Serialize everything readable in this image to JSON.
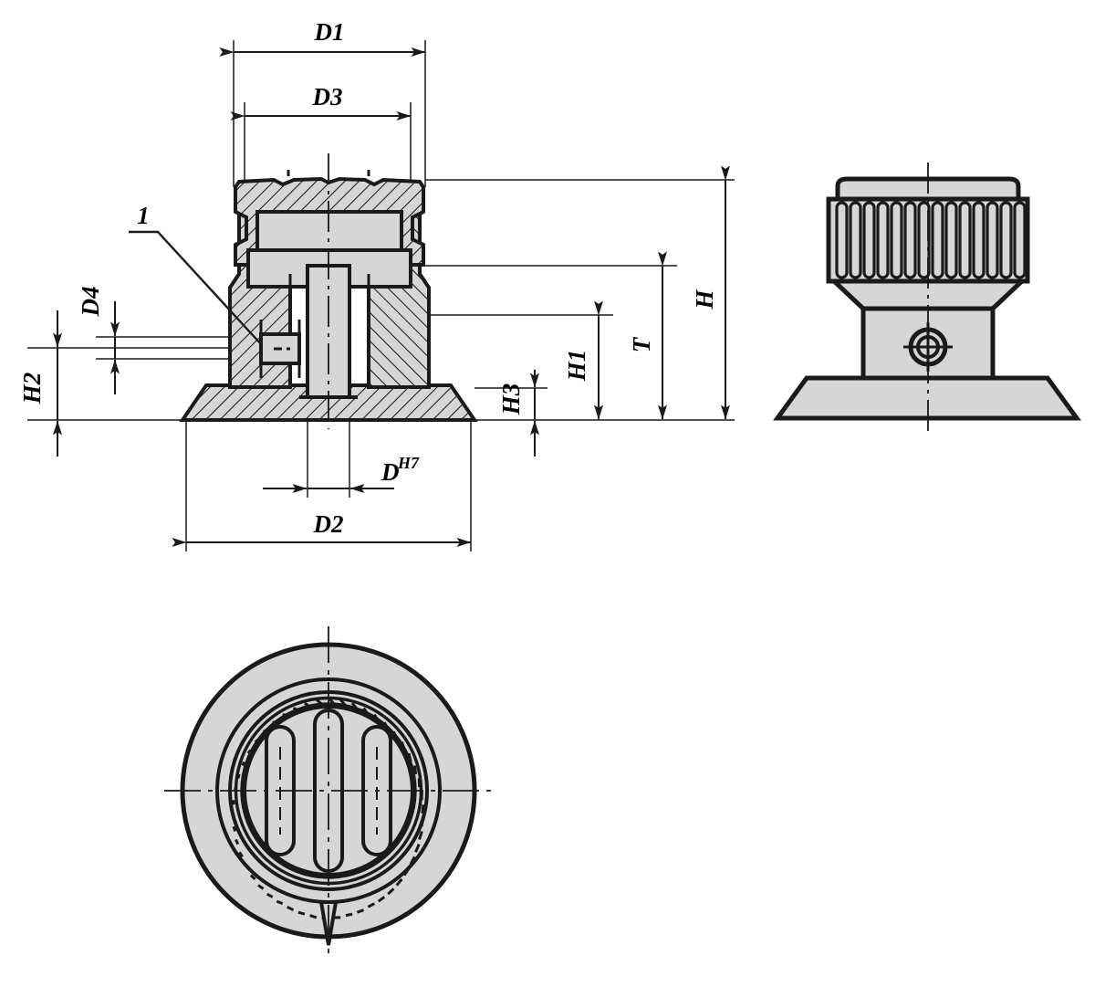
{
  "drawing": {
    "title": "Knurled adjusting knob technical drawing",
    "type": "engineering-section-drawing",
    "views": [
      {
        "id": "section-view",
        "name": "Sectional front view",
        "position": "top-left"
      },
      {
        "id": "side-view",
        "name": "Side elevation view",
        "position": "top-right"
      },
      {
        "id": "plan-view",
        "name": "Bottom plan view",
        "position": "bottom-left"
      }
    ],
    "colors": {
      "line": "#1a1a1a",
      "fill": "#d6d6d6",
      "hatch": "#1a1a1a",
      "background": "#ffffff"
    }
  },
  "dimensions": {
    "D1": {
      "label": "D1",
      "orientation": "horizontal",
      "view": "section-view",
      "desc": "outer knob diameter"
    },
    "D3": {
      "label": "D3",
      "orientation": "horizontal",
      "view": "section-view",
      "desc": "inner cap diameter"
    },
    "D2": {
      "label": "D2",
      "orientation": "horizontal",
      "view": "section-view",
      "desc": "base flange diameter"
    },
    "D": {
      "label": "D",
      "superscript": "H7",
      "orientation": "horizontal",
      "view": "section-view",
      "desc": "bore diameter tolerance H7"
    },
    "D4": {
      "label": "D4",
      "orientation": "vertical-rotated",
      "view": "section-view",
      "desc": "set screw diameter"
    },
    "H": {
      "label": "H",
      "orientation": "vertical-rotated",
      "view": "section-view",
      "desc": "overall height"
    },
    "H1": {
      "label": "H1",
      "orientation": "vertical-rotated",
      "view": "section-view",
      "desc": "shoulder height"
    },
    "H2": {
      "label": "H2",
      "orientation": "vertical-rotated",
      "view": "section-view",
      "desc": "set screw centre height"
    },
    "H3": {
      "label": "H3",
      "orientation": "vertical-rotated",
      "view": "section-view",
      "desc": "base flange thickness"
    },
    "T": {
      "label": "T",
      "orientation": "vertical-rotated",
      "view": "section-view",
      "desc": "bore depth"
    }
  },
  "callouts": {
    "item1": {
      "label": "1",
      "view": "section-view",
      "desc": "leader pointing to set screw"
    }
  }
}
